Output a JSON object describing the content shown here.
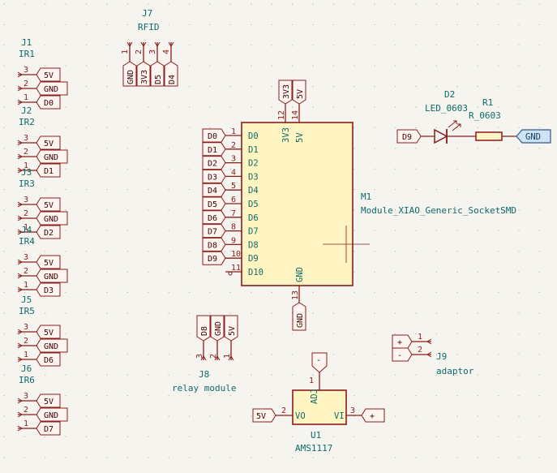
{
  "colors": {
    "background": "#f5f4ef",
    "outline": "#8a1c1c",
    "text": "#0e6a6a",
    "body_fill": "#fff5c2",
    "gnd_label_fill": "#cfe3f5",
    "gnd_label_stroke": "#2d5e8a"
  },
  "ir_headers": [
    {
      "ref": "J1",
      "value": "IR1",
      "pins": [
        {
          "num": "3",
          "net": "5V"
        },
        {
          "num": "2",
          "net": "GND"
        },
        {
          "num": "1",
          "net": "D0"
        }
      ]
    },
    {
      "ref": "J2",
      "value": "IR2",
      "pins": [
        {
          "num": "3",
          "net": "5V"
        },
        {
          "num": "2",
          "net": "GND"
        },
        {
          "num": "1",
          "net": "D1"
        }
      ]
    },
    {
      "ref": "J3",
      "value": "IR3",
      "pins": [
        {
          "num": "3",
          "net": "5V"
        },
        {
          "num": "2",
          "net": "GND"
        },
        {
          "num": "1",
          "net": "D2"
        }
      ]
    },
    {
      "ref": "J4",
      "value": "IR4",
      "pins": [
        {
          "num": "3",
          "net": "5V"
        },
        {
          "num": "2",
          "net": "GND"
        },
        {
          "num": "1",
          "net": "D3"
        }
      ]
    },
    {
      "ref": "J5",
      "value": "IR5",
      "pins": [
        {
          "num": "3",
          "net": "5V"
        },
        {
          "num": "2",
          "net": "GND"
        },
        {
          "num": "1",
          "net": "D6"
        }
      ]
    },
    {
      "ref": "J6",
      "value": "IR6",
      "pins": [
        {
          "num": "3",
          "net": "5V"
        },
        {
          "num": "2",
          "net": "GND"
        },
        {
          "num": "1",
          "net": "D7"
        }
      ]
    }
  ],
  "rfid": {
    "ref": "J7",
    "value": "RFID",
    "pins": [
      {
        "num": "1",
        "net": "GND"
      },
      {
        "num": "2",
        "net": "3V3"
      },
      {
        "num": "3",
        "net": "D5"
      },
      {
        "num": "4",
        "net": "D4"
      }
    ]
  },
  "relay": {
    "ref": "J8",
    "value": "relay module",
    "pins": [
      {
        "num": "3",
        "net": "D8"
      },
      {
        "num": "2",
        "net": "GND"
      },
      {
        "num": "1",
        "net": "5V"
      }
    ]
  },
  "adaptor": {
    "ref": "J9",
    "value": "adaptor",
    "pins": [
      {
        "num": "1",
        "net": "+"
      },
      {
        "num": "2",
        "net": "-"
      }
    ]
  },
  "xiao": {
    "ref": "M1",
    "value": "Module_XIAO_Generic_SocketSMD",
    "left_pins": [
      {
        "num": "1",
        "name": "D0",
        "net": "D0"
      },
      {
        "num": "2",
        "name": "D1",
        "net": "D1"
      },
      {
        "num": "3",
        "name": "D2",
        "net": "D2"
      },
      {
        "num": "4",
        "name": "D3",
        "net": "D3"
      },
      {
        "num": "5",
        "name": "D4",
        "net": "D4"
      },
      {
        "num": "6",
        "name": "D5",
        "net": "D5"
      },
      {
        "num": "7",
        "name": "D6",
        "net": "D6"
      },
      {
        "num": "8",
        "name": "D7",
        "net": "D7"
      },
      {
        "num": "9",
        "name": "D8",
        "net": "D8"
      },
      {
        "num": "10",
        "name": "D9",
        "net": "D9"
      },
      {
        "num": "11",
        "name": "D10",
        "net": ""
      }
    ],
    "top_pins": [
      {
        "num": "12",
        "name": "3V3",
        "net": "3V3"
      },
      {
        "num": "14",
        "name": "5V",
        "net": "5V"
      }
    ],
    "bottom_pin": {
      "num": "13",
      "name": "GND",
      "net": "GND"
    }
  },
  "led": {
    "ref": "D2",
    "value": "LED_0603",
    "net_in": "D9"
  },
  "resistor": {
    "ref": "R1",
    "value": "R_0603",
    "net_out": "GND"
  },
  "regulator": {
    "ref": "U1",
    "value": "AMS1117",
    "pin_adj": {
      "num": "1",
      "name": "ADJ",
      "net": "-"
    },
    "pin_vo": {
      "num": "2",
      "name": "VO",
      "net": "5V"
    },
    "pin_vi": {
      "num": "3",
      "name": "VI",
      "net": "+"
    }
  }
}
